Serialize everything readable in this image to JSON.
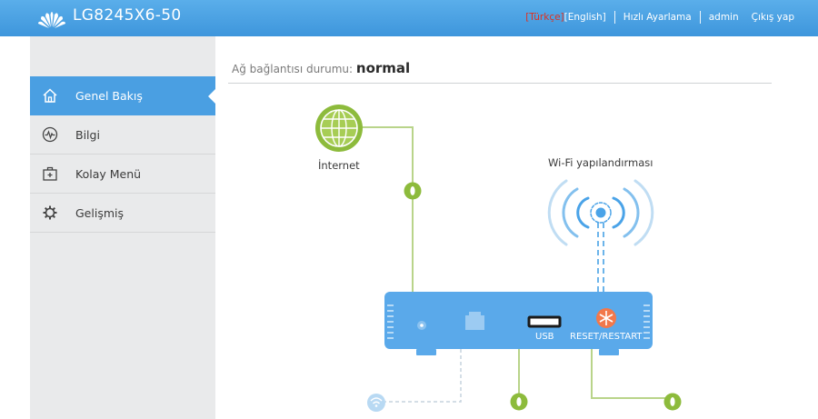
{
  "header": {
    "model": "LG8245X6-50",
    "lang_active": "[Türkçe]",
    "lang_other": "[English]",
    "quick_setup": "Hızlı Ayarlama",
    "user": "admin",
    "logout": "Çıkış yap"
  },
  "sidebar": {
    "items": [
      {
        "label": "Genel Bakış",
        "icon": "home-icon"
      },
      {
        "label": "Bilgi",
        "icon": "pulse-icon"
      },
      {
        "label": "Kolay Menü",
        "icon": "toolbox-icon"
      },
      {
        "label": "Gelişmiş",
        "icon": "gear-icon"
      }
    ]
  },
  "main": {
    "status_label": "Ağ bağlantısı durumu:",
    "status_value": "normal",
    "internet_label": "İnternet",
    "wifi_label": "Wi-Fi yapılandırması",
    "usb_label": "USB",
    "reset_label": "RESET/RESTART"
  },
  "colors": {
    "header": "#3e96dc",
    "accent": "#4a9fe2",
    "router": "#5aa9ea",
    "green": "#8dbb3c",
    "reset": "#f2784b"
  }
}
